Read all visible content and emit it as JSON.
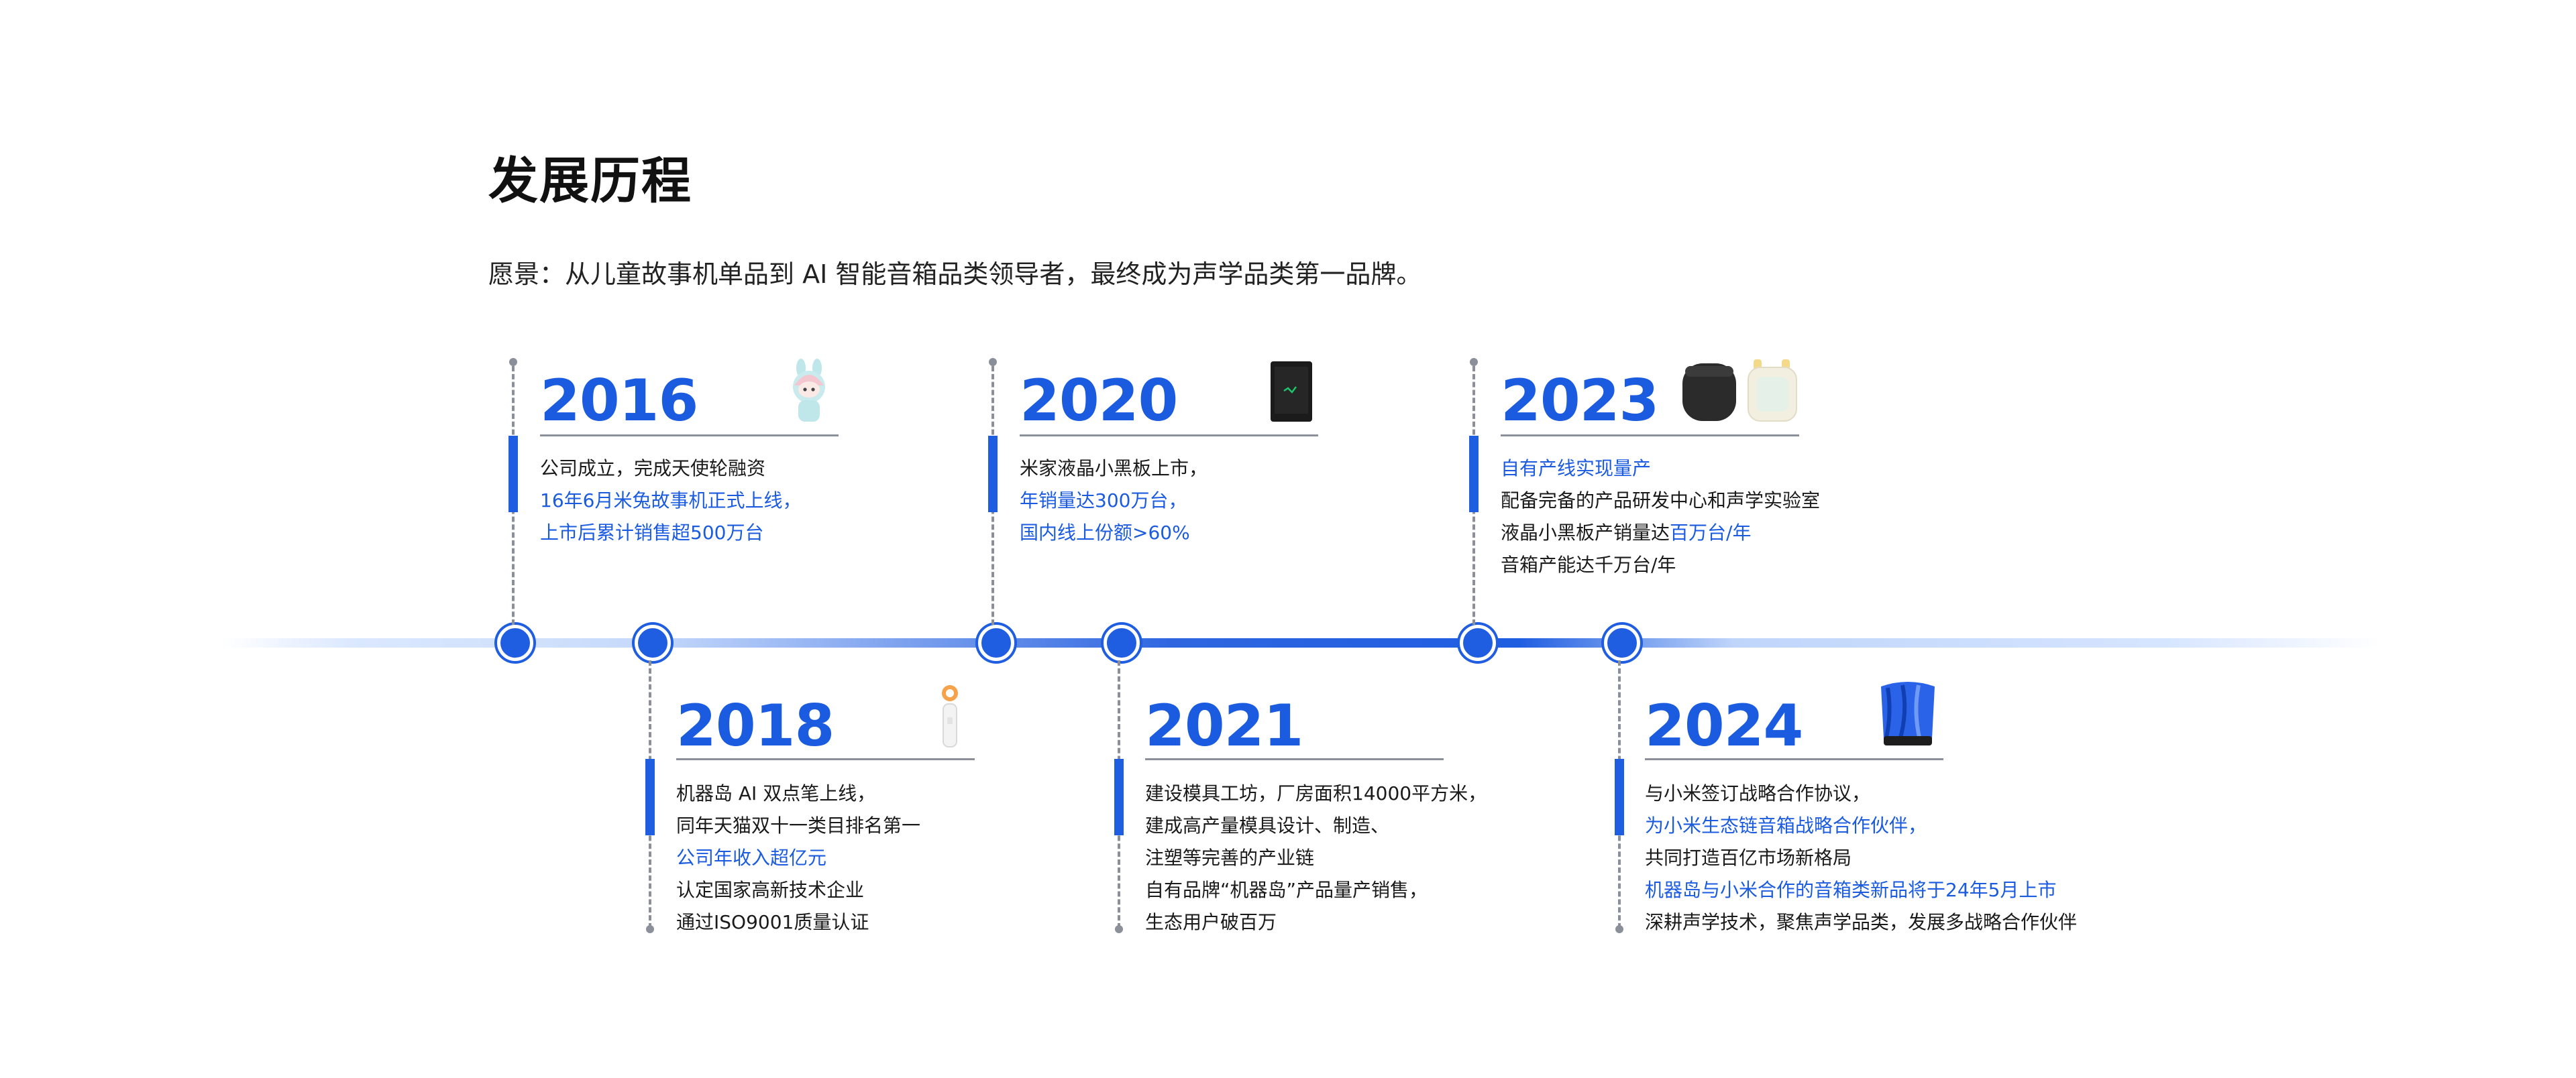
{
  "page": {
    "title": "发展历程",
    "vision": "愿景：从儿童故事机单品到 AI 智能音箱品类领导者，最终成为声学品类第一品牌。"
  },
  "colors": {
    "accent": "#1a5be0",
    "text": "#1a1a1a",
    "rule": "#8a8f99"
  },
  "milestones": {
    "m2016": {
      "year": "2016",
      "image": "rabbit-story-machine-icon",
      "lines": [
        {
          "text": "公司成立，完成天使轮融资",
          "tone": "dark"
        },
        {
          "text": "16年6月米兔故事机正式上线，",
          "tone": "blue"
        },
        {
          "text": "上市后累计销售超500万台",
          "tone": "blue"
        }
      ]
    },
    "m2018": {
      "year": "2018",
      "image": "dual-point-pen-icon",
      "lines": [
        {
          "text": "机器岛 AI 双点笔上线，",
          "tone": "dark"
        },
        {
          "text": "同年天猫双十一类目排名第一",
          "tone": "dark"
        },
        {
          "text": "公司年收入超亿元",
          "tone": "blue"
        },
        {
          "text": "认定国家高新技术企业",
          "tone": "dark"
        },
        {
          "text": "通过ISO9001质量认证",
          "tone": "dark"
        }
      ]
    },
    "m2020": {
      "year": "2020",
      "image": "lcd-blackboard-icon",
      "lines": [
        {
          "text": "米家液晶小黑板上市，",
          "tone": "dark"
        },
        {
          "text": "年销量达300万台，",
          "tone": "blue"
        },
        {
          "text": "国内线上份额>60%",
          "tone": "blue"
        }
      ]
    },
    "m2021": {
      "year": "2021",
      "image": "",
      "lines": [
        {
          "text": "建设模具工坊，厂房面积14000平方米，",
          "tone": "dark"
        },
        {
          "text": "建成高产量模具设计、制造、",
          "tone": "dark"
        },
        {
          "text": "注塑等完善的产业链",
          "tone": "dark"
        },
        {
          "text": "自有品牌“机器岛”产品量产销售，",
          "tone": "dark"
        },
        {
          "text": "生态用户破百万",
          "tone": "dark"
        }
      ]
    },
    "m2023": {
      "year": "2023",
      "image": "speaker-products-icon",
      "lines": [
        {
          "text": "自有产线实现量产",
          "tone": "blue"
        },
        {
          "text": "配备完备的产品研发中心和声学实验室",
          "tone": "dark"
        },
        {
          "text": "液晶小黑板产销量达",
          "tone": "dark",
          "suffix": "百万台/年"
        },
        {
          "text": "音箱产能达千万台/年",
          "tone": "dark"
        }
      ]
    },
    "m2024": {
      "year": "2024",
      "image": "blue-speaker-icon",
      "lines": [
        {
          "text": "与小米签订战略合作协议，",
          "tone": "dark"
        },
        {
          "text": "为小米生态链音箱战略合作伙伴，",
          "tone": "blue"
        },
        {
          "text": "共同打造百亿市场新格局",
          "tone": "dark"
        },
        {
          "text": "机器岛与小米合作的音箱类新品将于24年5月上市",
          "tone": "blue"
        },
        {
          "text": "深耕声学技术，聚焦声学品类，发展多战略合作伙伴",
          "tone": "dark"
        }
      ]
    }
  }
}
